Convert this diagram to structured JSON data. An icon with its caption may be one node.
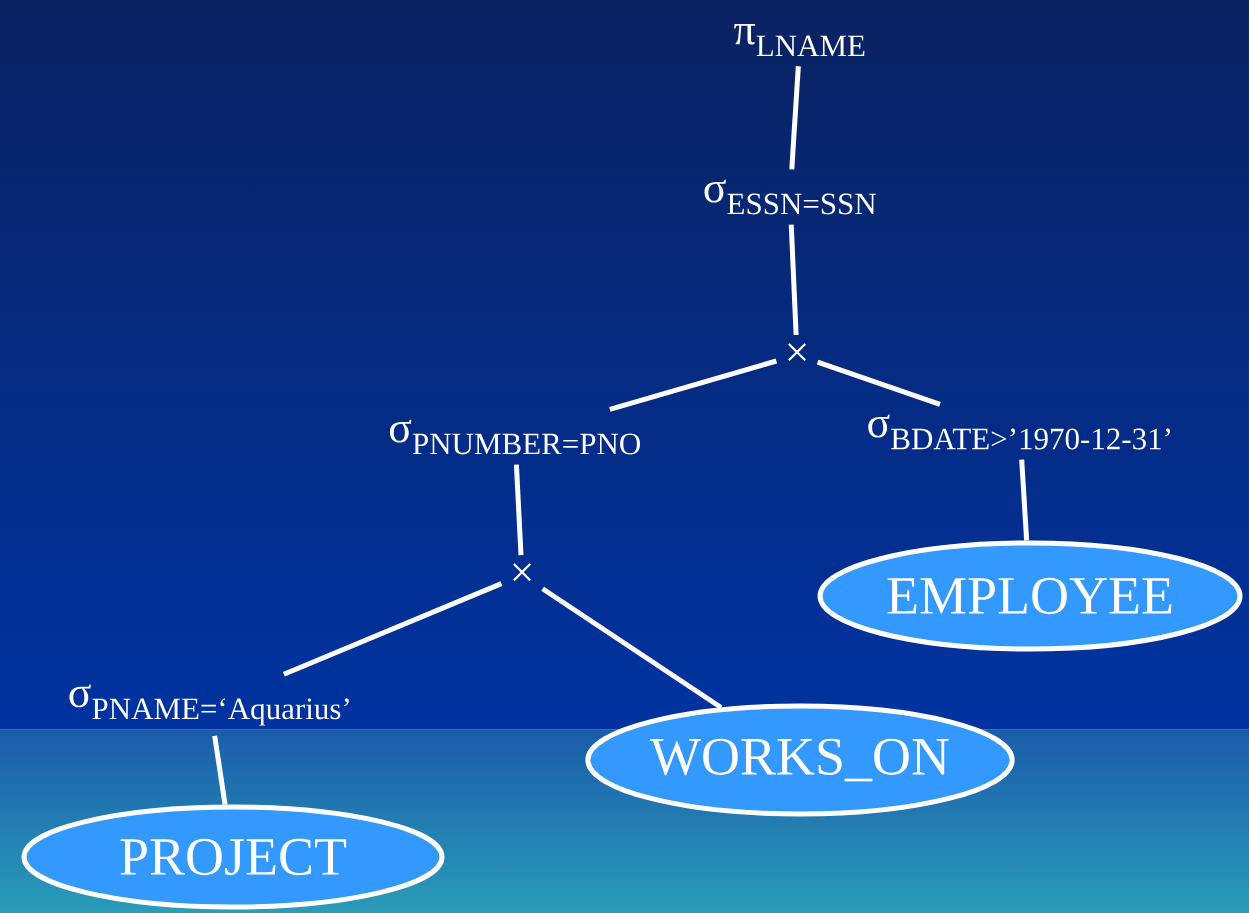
{
  "diagram": {
    "nodes": [
      {
        "text": [
          "\\mbox{π}_{\\mbox{\\fontsize{31}{34}\\selectfont LNAME}}"
        ]
      },
      {
        "text": [
          "\\mbox{σ}_{\\mbox{\\fontsize{31}{34}\\selectfont ESSN=SSN}}"
        ]
      },
      {
        "text": [
          "×"
        ]
      },
      {
        "text": [
          "\\mbox{σ}_{\\mbox{\\fontsize{31}{34}\\selectfont PNUMBER=PNO}}"
        ]
      },
      {
        "text": [
          "\\mbox{σ}_{\\mbox{\\fontsize{31}{34}\\selectfont BDATE>’1970-12-31’}}"
        ]
      },
      {
        "text": [
          "×"
        ]
      },
      {
        "text": [
          "EMPLOYEE"
        ]
      },
      {
        "text": [
          "\\mbox{σ}_{\\mbox{\\fontsize{31}{34}\\selectfont PNAME=‘Aquarius’}}"
        ]
      },
      {
        "text": [
          "WORKS_ON"
        ]
      },
      {
        "text": [
          "PROJECT"
        ]
      }
    ],
    "edges": [
      {
        "from": 0,
        "to": 1,
        "arrow": "none"
      },
      {
        "from": 1,
        "to": 2,
        "arrow": "none"
      },
      {
        "from": 2,
        "to": 3,
        "arrow": "none"
      },
      {
        "from": 2,
        "to": 4,
        "arrow": "none"
      },
      {
        "from": 3,
        "to": 5,
        "arrow": "none"
      },
      {
        "from": 4,
        "to": 6,
        "arrow": "none"
      },
      {
        "from": 5,
        "to": 7,
        "arrow": "none"
      },
      {
        "from": 5,
        "to": 8,
        "arrow": "none"
      },
      {
        "from": 7,
        "to": 9,
        "arrow": "none"
      }
    ]
  }
}
